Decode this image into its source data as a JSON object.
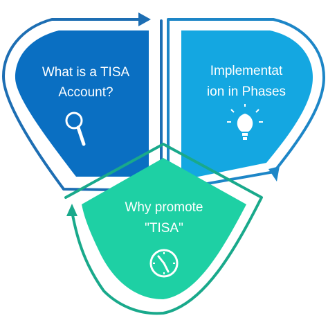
{
  "segments": [
    {
      "label_lines": [
        "What is a TISA",
        "Account?"
      ],
      "icon": "magnifier-icon",
      "fill": "#0a6fc2",
      "outline": "#1d6eb3"
    },
    {
      "label_lines": [
        "Implementat",
        "ion in Phases"
      ],
      "icon": "lightbulb-icon",
      "fill": "#14a7e1",
      "outline": "#1d86c7"
    },
    {
      "label_lines": [
        "Why promote",
        "\"TISA\""
      ],
      "icon": "clock-icon",
      "fill": "#1ed0a4",
      "outline": "#19a98b"
    }
  ],
  "colors": {
    "text": "#ffffff",
    "background": "#ffffff"
  }
}
